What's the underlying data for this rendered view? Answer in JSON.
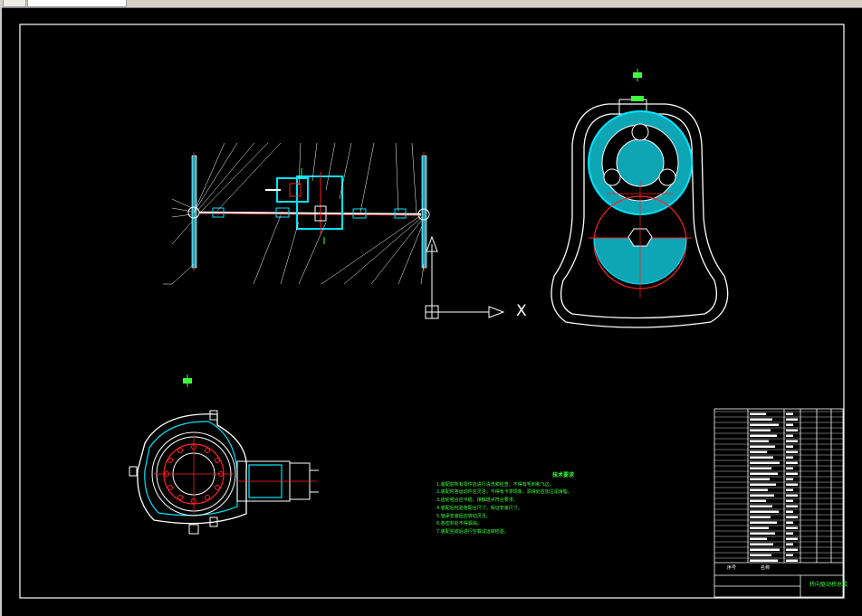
{
  "viewport": {
    "axis_x_label": "X"
  },
  "notes": {
    "title": "技术要求",
    "lines": [
      "1.装配前所有零件应进行清洗和检查，不得有毛刺和飞边。",
      "2.装配时各运动件应灵活，不得有卡滞现象，润滑处应加注润滑脂。",
      "3.齿轮啮合应平稳，接触斑点符合要求。",
      "4.装配后检验各配合尺寸，保证安装尺寸。",
      "5.轴承安装后应转动灵活。",
      "6.各密封处不得漏油。",
      "7.装配完成后进行空载试运转检验。"
    ]
  },
  "title_block": {
    "drawing_name": "转向驱动桥总成",
    "col_no": "序号",
    "col_name": "名称"
  },
  "colors": {
    "background": "#000000",
    "outline": "#ffffff",
    "cyan": "#00e5ff",
    "red": "#ff2020",
    "green": "#3cff3c"
  }
}
